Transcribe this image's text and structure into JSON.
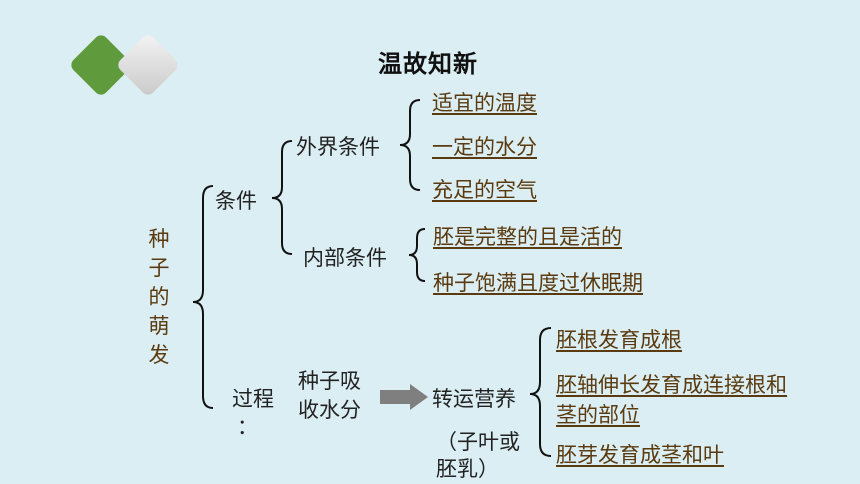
{
  "title": "温故知新",
  "root": [
    "种",
    "子",
    "的",
    "萌",
    "发"
  ],
  "conditions": {
    "label": "条件",
    "external": {
      "label": "外界条件",
      "items": [
        "适宜的温度",
        "一定的水分",
        "充足的空气"
      ]
    },
    "internal": {
      "label": "内部条件",
      "items": [
        "胚是完整的且是活的",
        "种子饱满且度过休眠期"
      ]
    }
  },
  "process": {
    "label": "过程",
    "colon": "：",
    "step1": [
      "种子吸",
      "收水分"
    ],
    "step2": "转运营养",
    "step2_note": [
      "（子叶或",
      "胚乳）"
    ],
    "results": [
      "胚根发育成根",
      "胚轴伸长发育成连接根和",
      "茎的部位",
      "胚芽发育成茎和叶"
    ]
  },
  "colors": {
    "background": "#dbeef3",
    "green_diamond": "#5f9a3c",
    "grey_diamond": "#d8d8d8",
    "leaf_text": "#5a3a0e",
    "arrow": "#7f7f7f"
  }
}
